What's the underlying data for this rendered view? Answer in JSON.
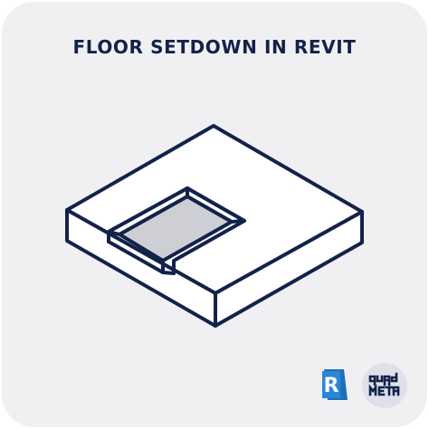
{
  "title": "FLOOR SETDOWN IN REVIT",
  "colors": {
    "card_background": "#f0f0f3",
    "outline": "#13224a",
    "recess_fill": "#cdcfd4",
    "slab_fill": "#ffffff",
    "revit_blue": "#1f6fb8"
  },
  "logos": {
    "revit_letter": "R",
    "quad_meta_text": "QUAD META"
  }
}
